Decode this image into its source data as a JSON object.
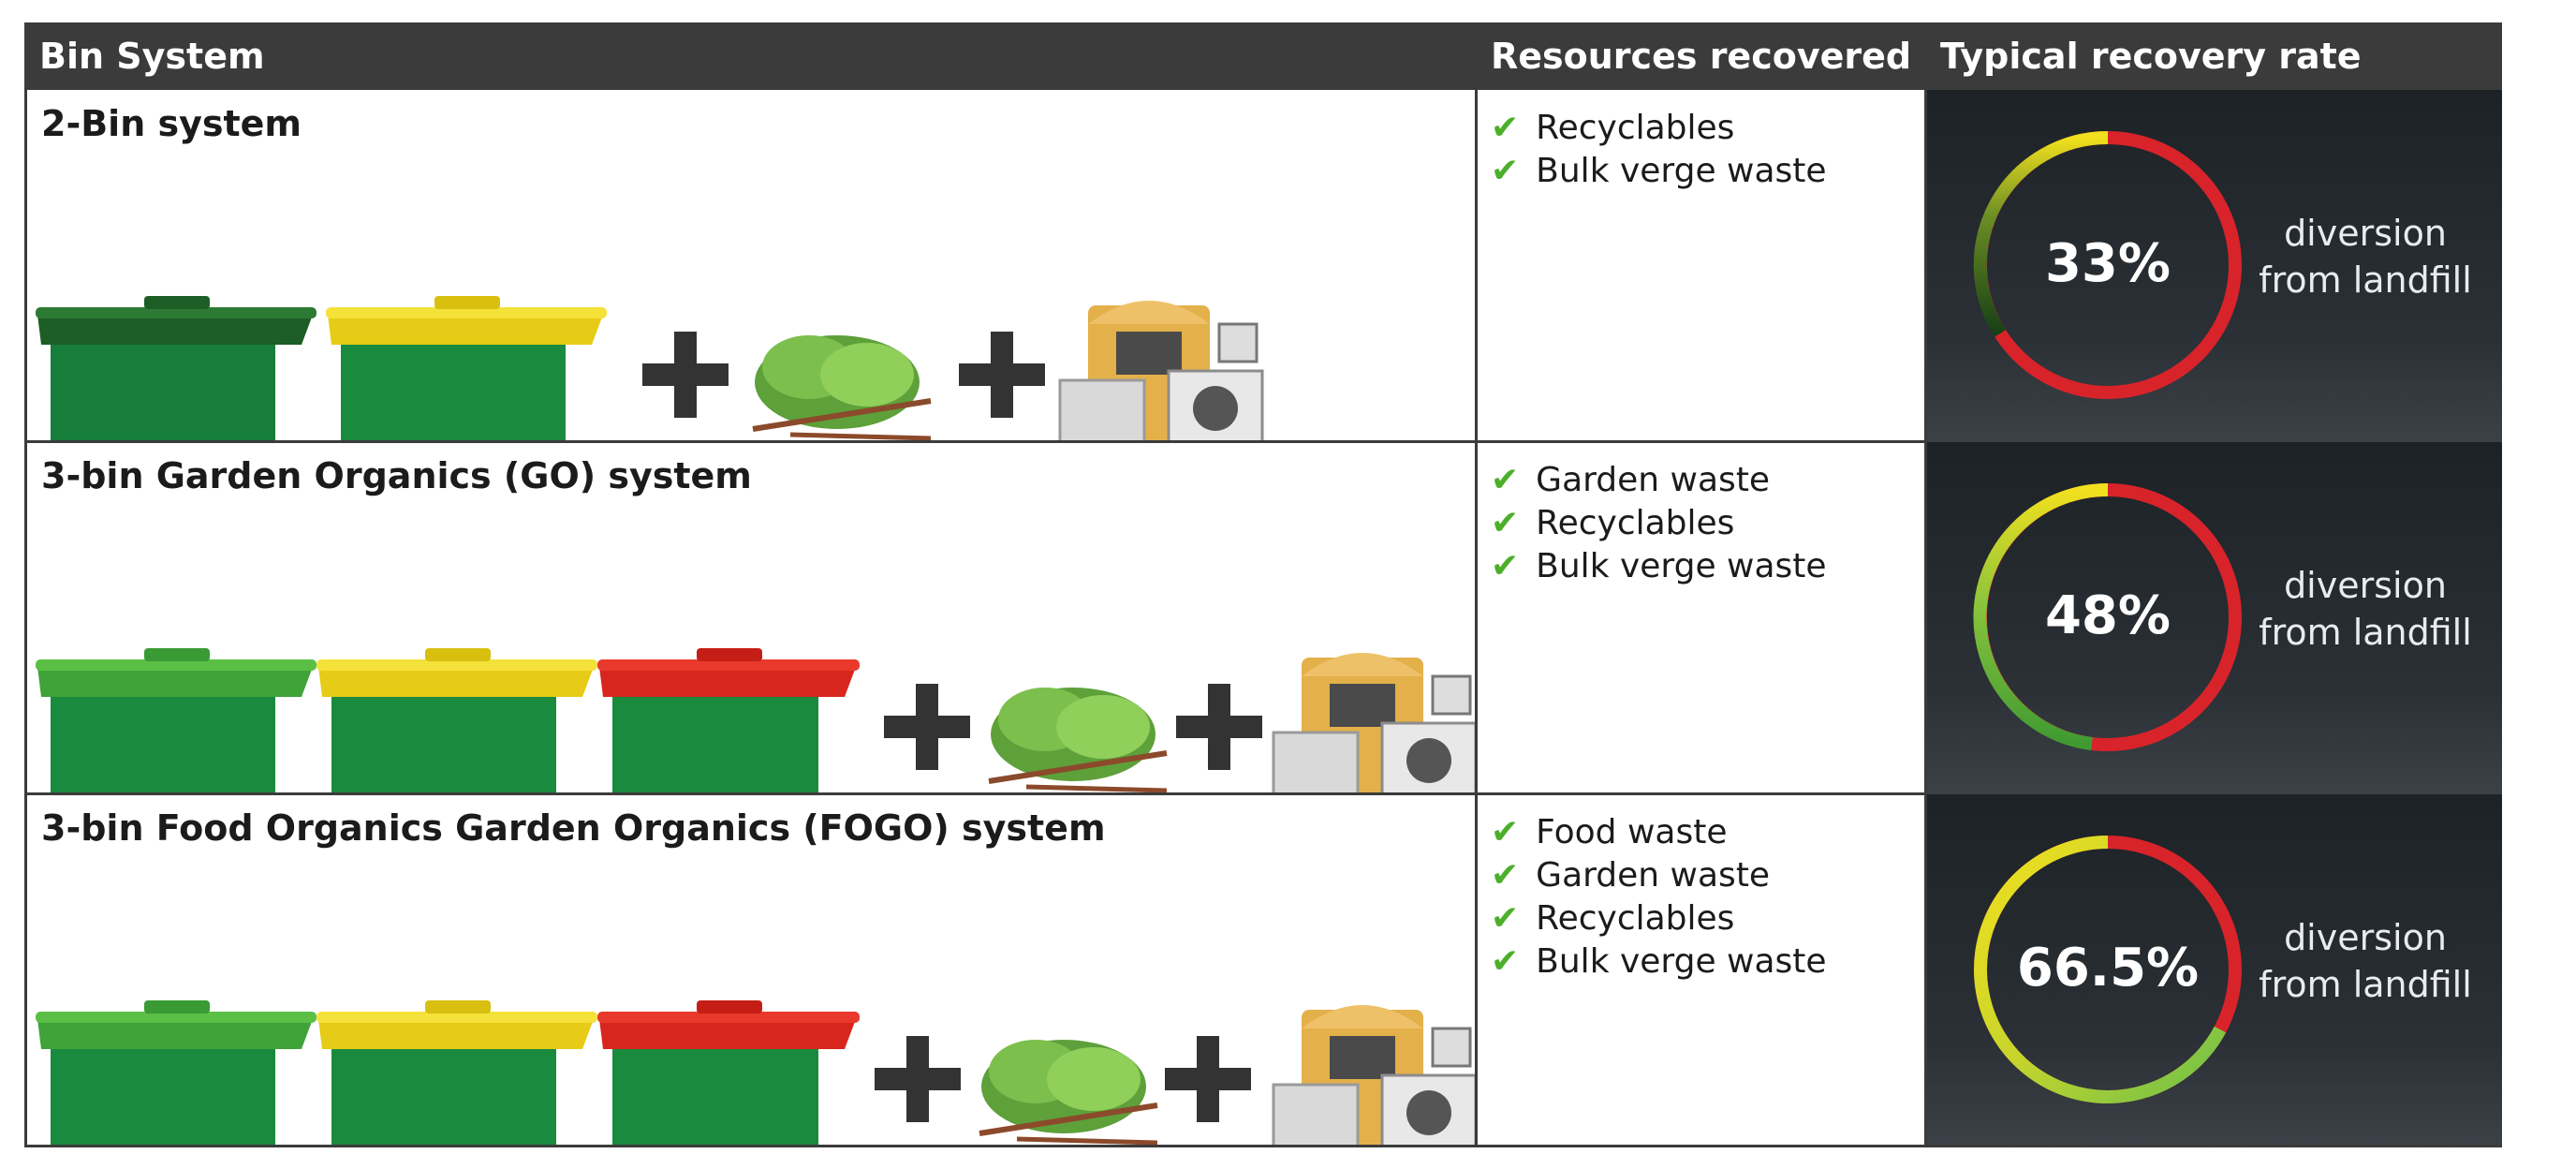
{
  "header": {
    "col1": "Bin System",
    "col2": "Resources recovered",
    "col3": "Typical recovery rate"
  },
  "rows": [
    {
      "title": "2-Bin system",
      "bins": [
        "dark-green",
        "yellow"
      ],
      "resources": [
        "Recyclables",
        "Bulk verge waste"
      ],
      "rate": "33%",
      "rate_value": 33,
      "rate_label_line1": "diversion",
      "rate_label_line2": "from landfill"
    },
    {
      "title": "3-bin Garden Organics (GO) system",
      "bins": [
        "green",
        "yellow",
        "red"
      ],
      "resources": [
        "Garden waste",
        "Recyclables",
        "Bulk verge waste"
      ],
      "rate": "48%",
      "rate_value": 48,
      "rate_label_line1": "diversion",
      "rate_label_line2": "from landfill"
    },
    {
      "title": "3-bin Food Organics Garden Organics (FOGO) system",
      "bins": [
        "green",
        "yellow",
        "red"
      ],
      "resources": [
        "Food waste",
        "Garden waste",
        "Recyclables",
        "Bulk verge waste"
      ],
      "rate": "66.5%",
      "rate_value": 66.5,
      "rate_label_line1": "diversion",
      "rate_label_line2": "from landfill"
    }
  ],
  "icons": {
    "check": "check-icon",
    "plus": "plus-icon",
    "garden": "garden-waste-icon",
    "bulk": "bulk-waste-icon"
  },
  "colors": {
    "header_bg": "#3b3b3b",
    "gauge_red": "#d8232a",
    "gauge_green": "#6cc04a",
    "gauge_yellow": "#f2e01e",
    "check": "#4caf2a"
  }
}
